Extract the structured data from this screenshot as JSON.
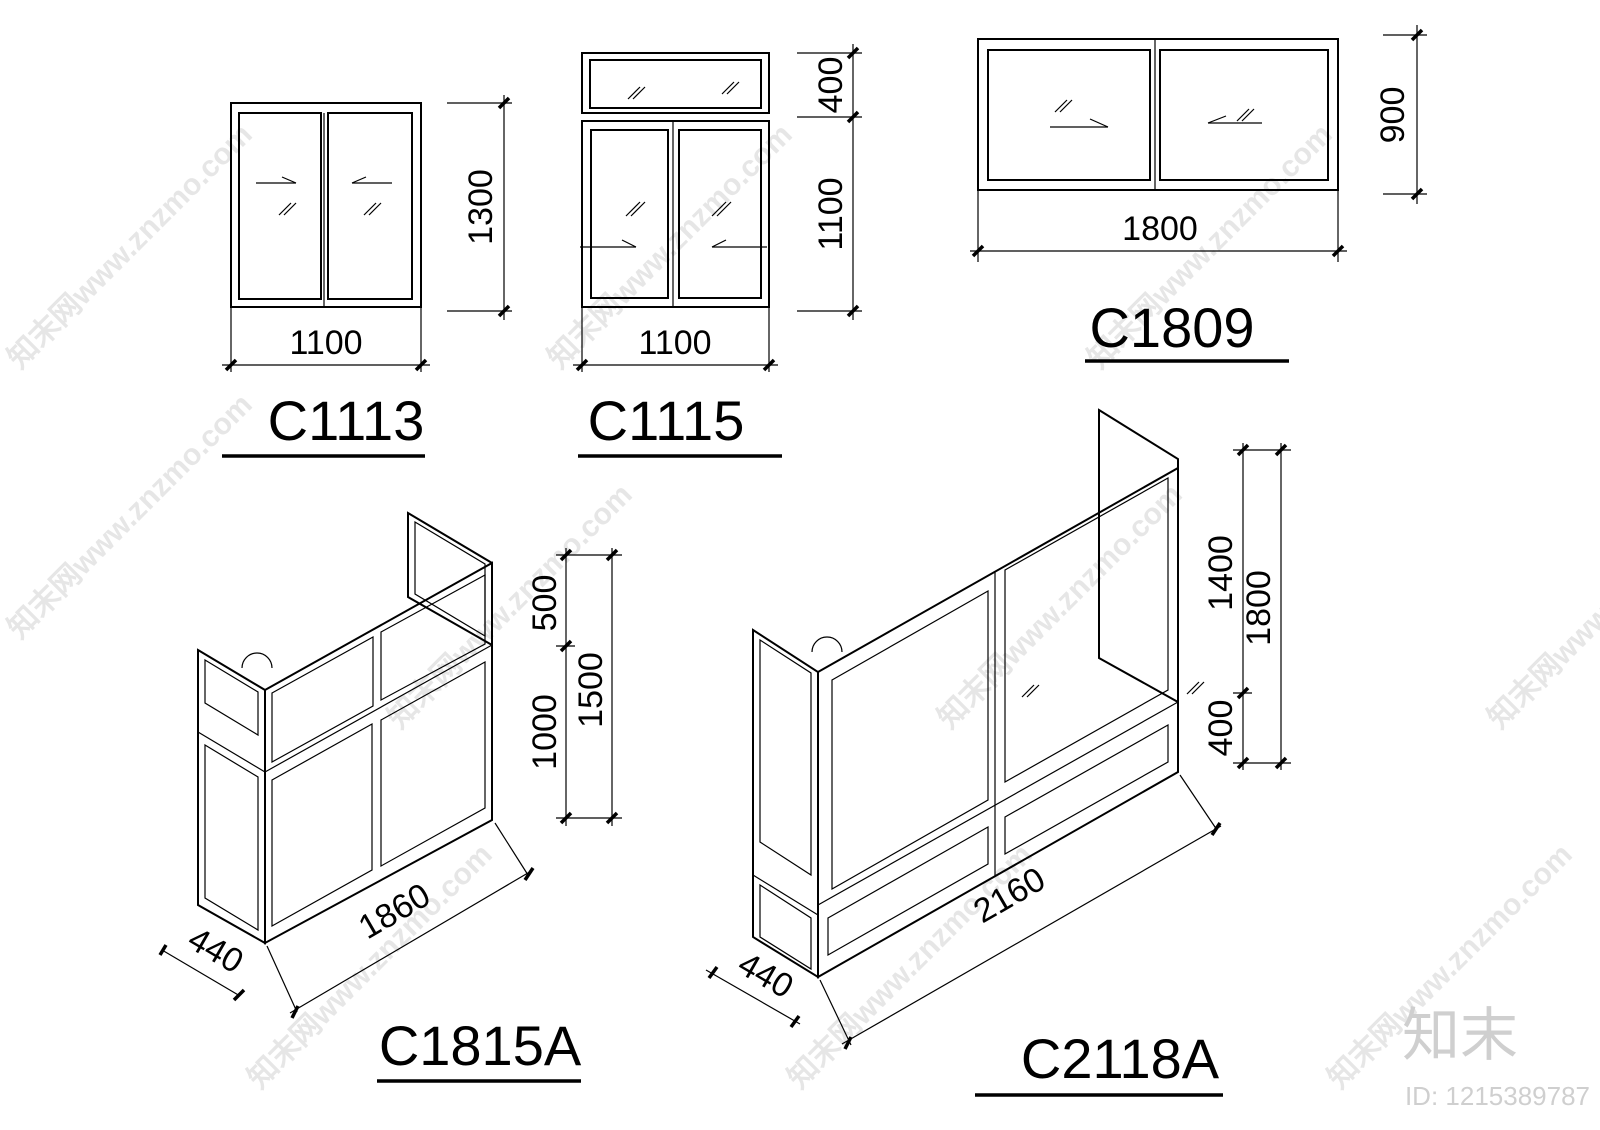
{
  "windows": {
    "c1113": {
      "title": "C1113",
      "width": "1100",
      "height": "1300"
    },
    "c1115": {
      "title": "C1115",
      "width": "1100",
      "height_top": "400",
      "height_bottom": "1100"
    },
    "c1809": {
      "title": "C1809",
      "width": "1800",
      "height": "900"
    },
    "c1815a": {
      "title": "C1815A",
      "depth": "440",
      "length": "1860",
      "h_top": "500",
      "h_bottom": "1000",
      "h_total": "1500"
    },
    "c2118a": {
      "title": "C2118A",
      "depth": "440",
      "length": "2160",
      "h_top": "1400",
      "h_bottom": "400",
      "h_total": "1800"
    }
  },
  "watermark": {
    "brand": "知末",
    "id_text": "ID: 1215389787",
    "site": "知末网www.znzmo.com"
  }
}
